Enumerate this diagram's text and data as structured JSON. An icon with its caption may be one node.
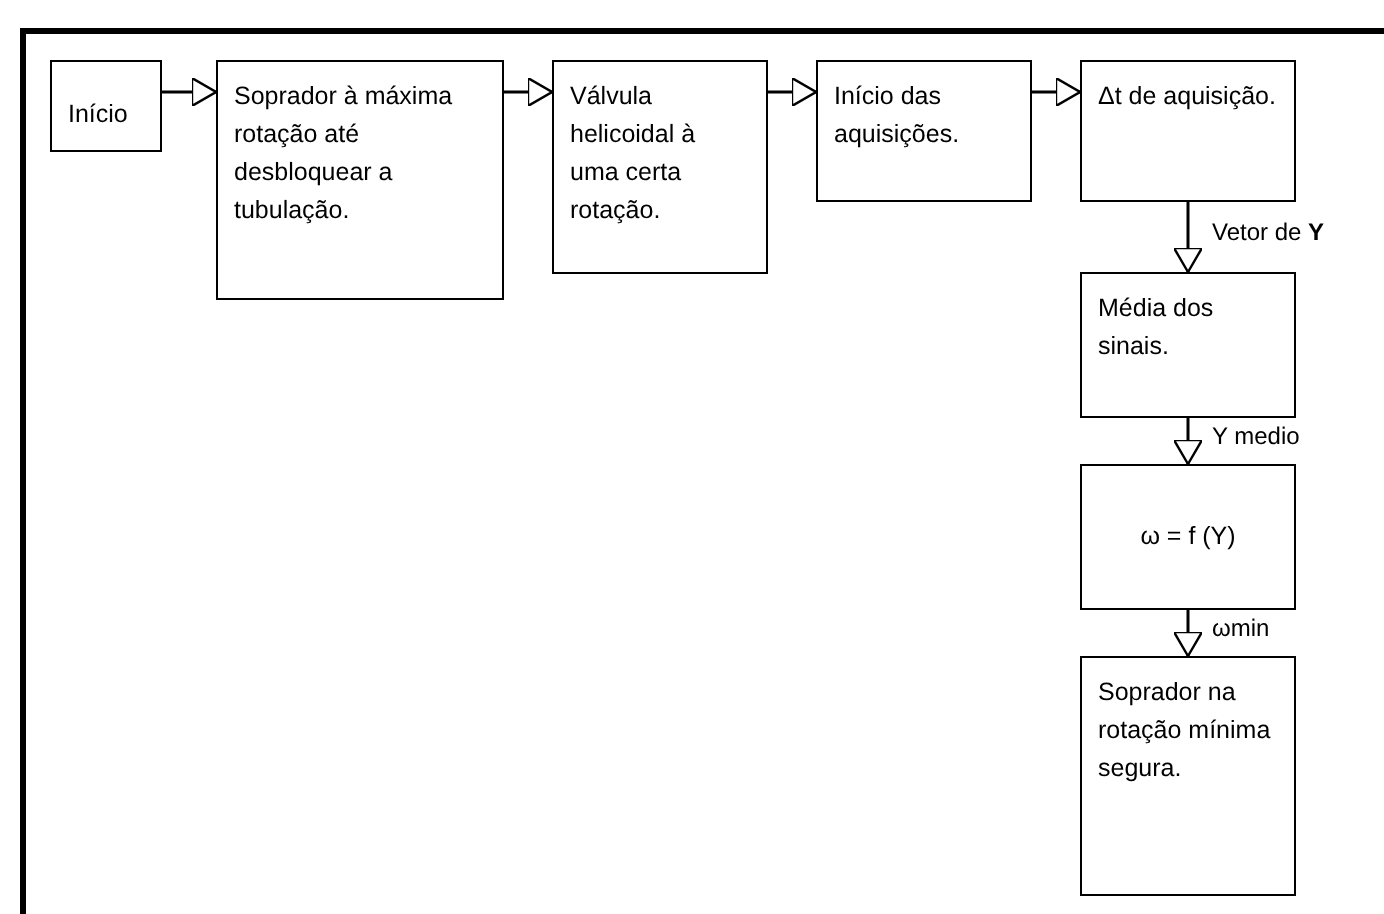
{
  "diagram": {
    "nodes": [
      {
        "text": [
          "Início"
        ]
      },
      {
        "text": [
          "Soprador à máxima rotação até desbloquear a tubulação."
        ]
      },
      {
        "text": [
          "Válvula helicoidal à uma certa rotação."
        ]
      },
      {
        "text": [
          "Início das aquisições."
        ]
      },
      {
        "text": [
          "Δt de aquisição."
        ]
      },
      {
        "text": [
          "Média dos sinais."
        ]
      },
      {
        "text": [
          "ω = f (Y)"
        ]
      },
      {
        "text": [
          "Soprador na rotação mínima segura."
        ]
      }
    ],
    "edges": [
      {
        "from": 0,
        "to": 1,
        "arrow": "to"
      },
      {
        "from": 1,
        "to": 2,
        "arrow": "to"
      },
      {
        "from": 2,
        "to": 3,
        "arrow": "to"
      },
      {
        "from": 3,
        "to": 4,
        "arrow": "to"
      },
      {
        "from": 4,
        "to": 5,
        "arrow": "to",
        "label": "Vetor de **Y**"
      },
      {
        "from": 5,
        "to": 6,
        "arrow": "to",
        "label": "Y medio"
      },
      {
        "from": 6,
        "to": 7,
        "arrow": "to",
        "label": "ωmin"
      }
    ]
  }
}
